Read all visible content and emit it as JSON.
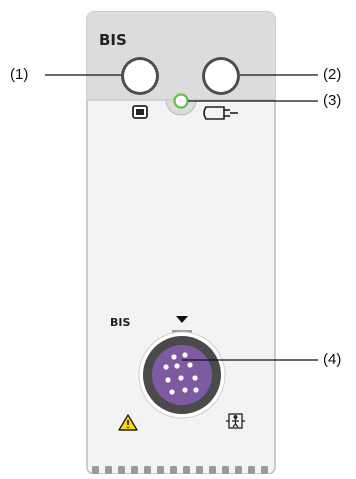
{
  "module": {
    "title": "BIS",
    "connector_label": "BIS"
  },
  "callouts": [
    "(1)",
    "(2)",
    "(3)",
    "(4)"
  ],
  "colors": {
    "top_panel": "#dcdcdc",
    "body_panel": "#f3f3f3",
    "connector_ring": "#4a4a4a",
    "connector_face": "#7e5aa3",
    "indicator": "#5fbf4a",
    "warning_fill": "#f5d90a"
  },
  "icons": [
    "monitor-icon",
    "sensor-plug-icon",
    "indicator-led-icon",
    "arrow-down-icon",
    "warning-icon",
    "defib-proof-icon"
  ]
}
